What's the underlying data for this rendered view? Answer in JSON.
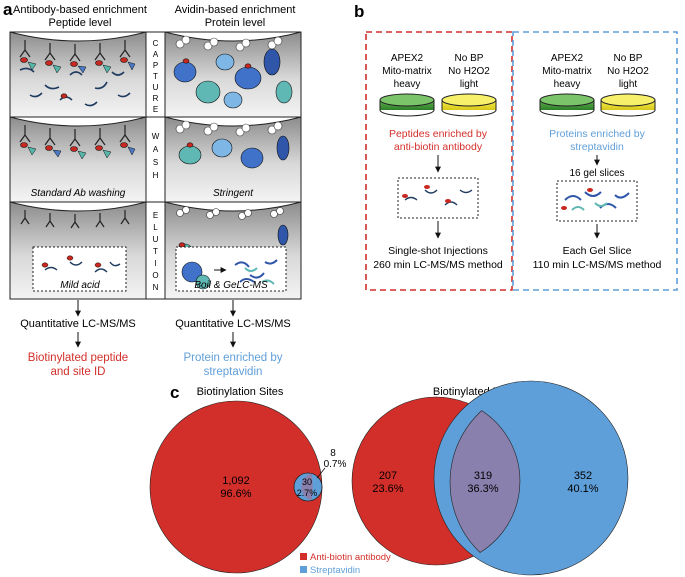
{
  "panel_a": {
    "letter": "a",
    "left_title_1": "Antibody-based enrichment",
    "left_title_2": "Peptide level",
    "right_title_1": "Avidin-based enrichment",
    "right_title_2": "Protein level",
    "step_capture": [
      "C",
      "A",
      "P",
      "T",
      "U",
      "R",
      "E"
    ],
    "step_wash": [
      "W",
      "A",
      "S",
      "H"
    ],
    "step_elution": [
      "E",
      "L",
      "U",
      "T",
      "I",
      "O",
      "N"
    ],
    "left_wash_label": "Standard Ab washing",
    "right_wash_label": "Stringent",
    "left_elution_label": "Mild acid",
    "right_elution_label": "Boil & GeLC-MS",
    "left_ms": "Quantitative LC-MS/MS",
    "right_ms": "Quantitative LC-MS/MS",
    "left_result_1": "Biotinylated peptide",
    "left_result_2": "and site ID",
    "right_result_1": "Protein enriched by",
    "right_result_2": "streptavidin"
  },
  "panel_b": {
    "letter": "b",
    "left": {
      "sample_1": [
        "APEX2",
        "Mito-matrix",
        "heavy"
      ],
      "sample_2": [
        "No BP",
        "No H2O2",
        "light"
      ],
      "enrich_1": "Peptides enriched by",
      "enrich_2": "anti-biotin antibody",
      "method_1": "Single-shot Injections",
      "method_2": "260 min LC-MS/MS method"
    },
    "right": {
      "sample_1": [
        "APEX2",
        "Mito-matrix",
        "heavy"
      ],
      "sample_2": [
        "No BP",
        "No H2O2",
        "light"
      ],
      "enrich_1": "Proteins enriched by",
      "enrich_2": "streptavidin",
      "slices": "16 gel slices",
      "method_1": "Each Gel Slice",
      "method_2": "110 min LC-MS/MS method"
    }
  },
  "panel_c": {
    "letter": "c",
    "colors": {
      "antibody": "#d32f2a",
      "streptavidin": "#5f9fd9",
      "overlap": "#8a80ad"
    },
    "venn_sites": {
      "title": "Biotinylation Sites",
      "only_antibody": {
        "count": "1,092",
        "pct": "96.6%"
      },
      "overlap": {
        "count": "30",
        "pct": "2.7%"
      },
      "only_streptavidin": {
        "count": "8",
        "pct": "0.7%"
      }
    },
    "venn_proteins": {
      "title": "Biotinylated Proteins",
      "only_antibody": {
        "count": "207",
        "pct": "23.6%"
      },
      "overlap": {
        "count": "319",
        "pct": "36.3%"
      },
      "only_streptavidin": {
        "count": "352",
        "pct": "40.1%"
      }
    },
    "legend": [
      {
        "label": "Anti-biotin antibody",
        "color": "#d32f2a"
      },
      {
        "label": "Streptavidin",
        "color": "#5f9fd9"
      }
    ]
  }
}
